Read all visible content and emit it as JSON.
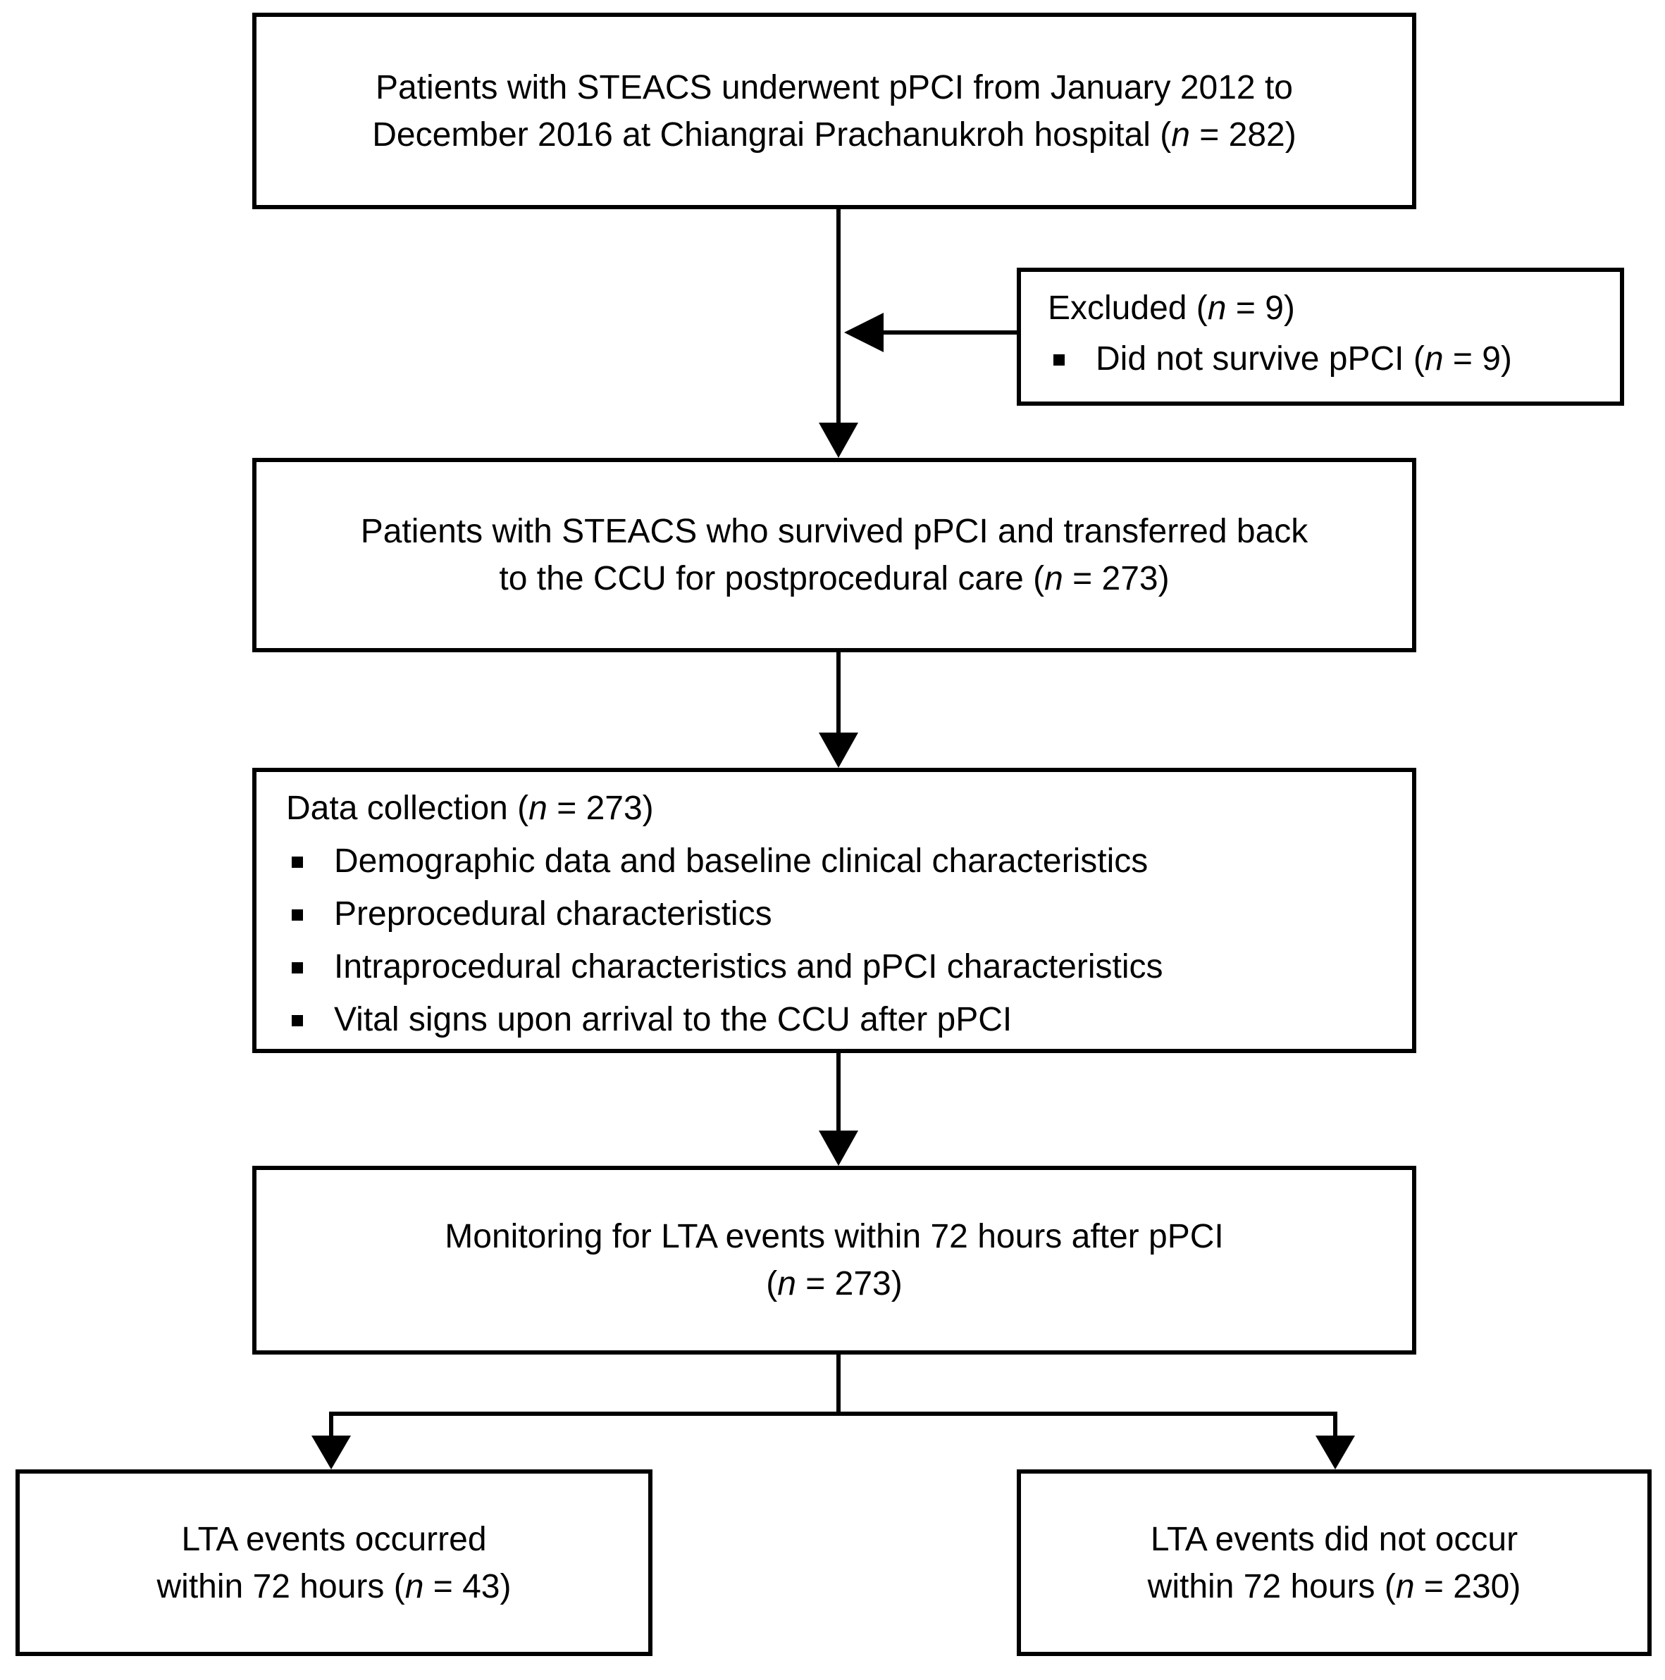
{
  "colors": {
    "background": "#ffffff",
    "line": "#000000",
    "text": "#000000"
  },
  "boxes": {
    "enrollment": {
      "lines": [
        "Patients with STEACS underwent pPCI from January 2012 to",
        "December 2016 at Chiangrai Prachanukroh hospital (*n* = 282)"
      ]
    },
    "excluded": {
      "title": "Excluded (*n* = 9)",
      "items": [
        "Did not survive pPCI (*n* = 9)"
      ]
    },
    "survived": {
      "lines": [
        "Patients with STEACS who survived pPCI and transferred back",
        "to the CCU for postprocedural care (*n* = 273)"
      ]
    },
    "data_collection": {
      "title": "Data collection (*n* = 273)",
      "items": [
        "Demographic data and baseline clinical characteristics",
        "Preprocedural characteristics",
        "Intraprocedural characteristics and pPCI characteristics",
        "Vital signs upon arrival to the CCU after pPCI"
      ]
    },
    "monitoring": {
      "lines": [
        "Monitoring for LTA events within 72 hours after pPCI",
        "(*n* = 273)"
      ]
    },
    "lta_occurred": {
      "lines": [
        "LTA events occurred",
        "within 72 hours (*n* = 43)"
      ]
    },
    "lta_not_occurred": {
      "lines": [
        "LTA events did not occur",
        "within 72 hours (*n* = 230)"
      ]
    }
  }
}
